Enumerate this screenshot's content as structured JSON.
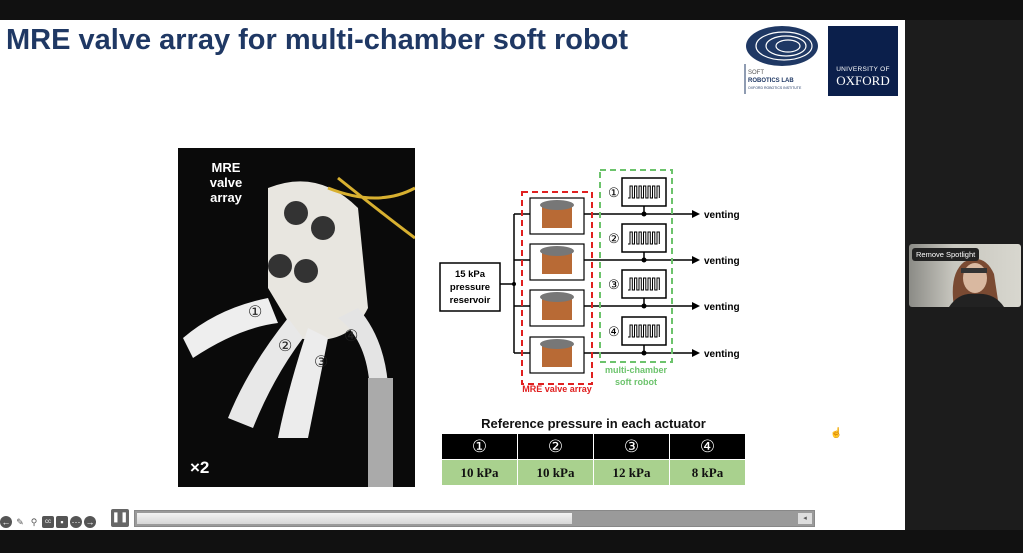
{
  "slide": {
    "title": "MRE valve array for multi-chamber soft robot",
    "logos": {
      "lab": [
        "SOFT",
        "ROBOTICS LAB",
        "OXFORD ROBOTICS INSTITUTE"
      ],
      "university": [
        "UNIVERSITY OF",
        "OXFORD"
      ]
    },
    "photo": {
      "label": "MRE valve array",
      "numbers": [
        "①",
        "②",
        "③",
        "④"
      ],
      "speed": "×2"
    },
    "diagram": {
      "reservoir": "15 kPa pressure reservoir",
      "reservoir_lines": [
        "15 kPa",
        "pressure",
        "reservoir"
      ],
      "chambers": [
        "①",
        "②",
        "③",
        "④"
      ],
      "venting": "venting",
      "valve_label": "MRE valve array",
      "robot_label": [
        "multi-chamber",
        "soft robot"
      ],
      "colors": {
        "valve_box": "#e02020",
        "robot_box": "#6cc36c"
      }
    },
    "table": {
      "caption": "Reference pressure in each actuator",
      "headers": [
        "①",
        "②",
        "③",
        "④"
      ],
      "values": [
        "10 kPa",
        "10 kPa",
        "12 kPa",
        "8 kPa"
      ]
    }
  },
  "video": {
    "remove_spotlight": "Remove Spotlight"
  },
  "player": {
    "progress": 0.64,
    "pause_glyph": "❚❚"
  }
}
